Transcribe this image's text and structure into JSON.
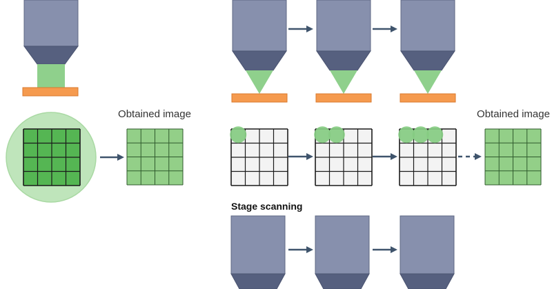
{
  "labels": {
    "obtained_left": "Obtained image",
    "obtained_right": "Obtained image",
    "stage_scanning": "Stage scanning"
  },
  "colors": {
    "objective_body": "#8790ad",
    "objective_stroke": "#5f6884",
    "objective_cone": "#56607f",
    "light": "#8fd08c",
    "glow": "#bfe5bb",
    "sample": "#f59a4e",
    "sample_stroke": "#d97a2e",
    "grid_dark": "#55b653",
    "grid_light": "#93cf88",
    "grid_empty": "#f3f3f3",
    "spot": "#86cc82",
    "arrow": "#3f546c"
  },
  "icons": {
    "arrow": "right-arrow-icon",
    "dashed_arrow": "dashed-right-arrow-icon",
    "objective": "microscope-objective-icon"
  },
  "sequences": {
    "point_scanning_illuminated_spots_per_frame": [
      1,
      2,
      3
    ],
    "grid_size": "4x4"
  }
}
